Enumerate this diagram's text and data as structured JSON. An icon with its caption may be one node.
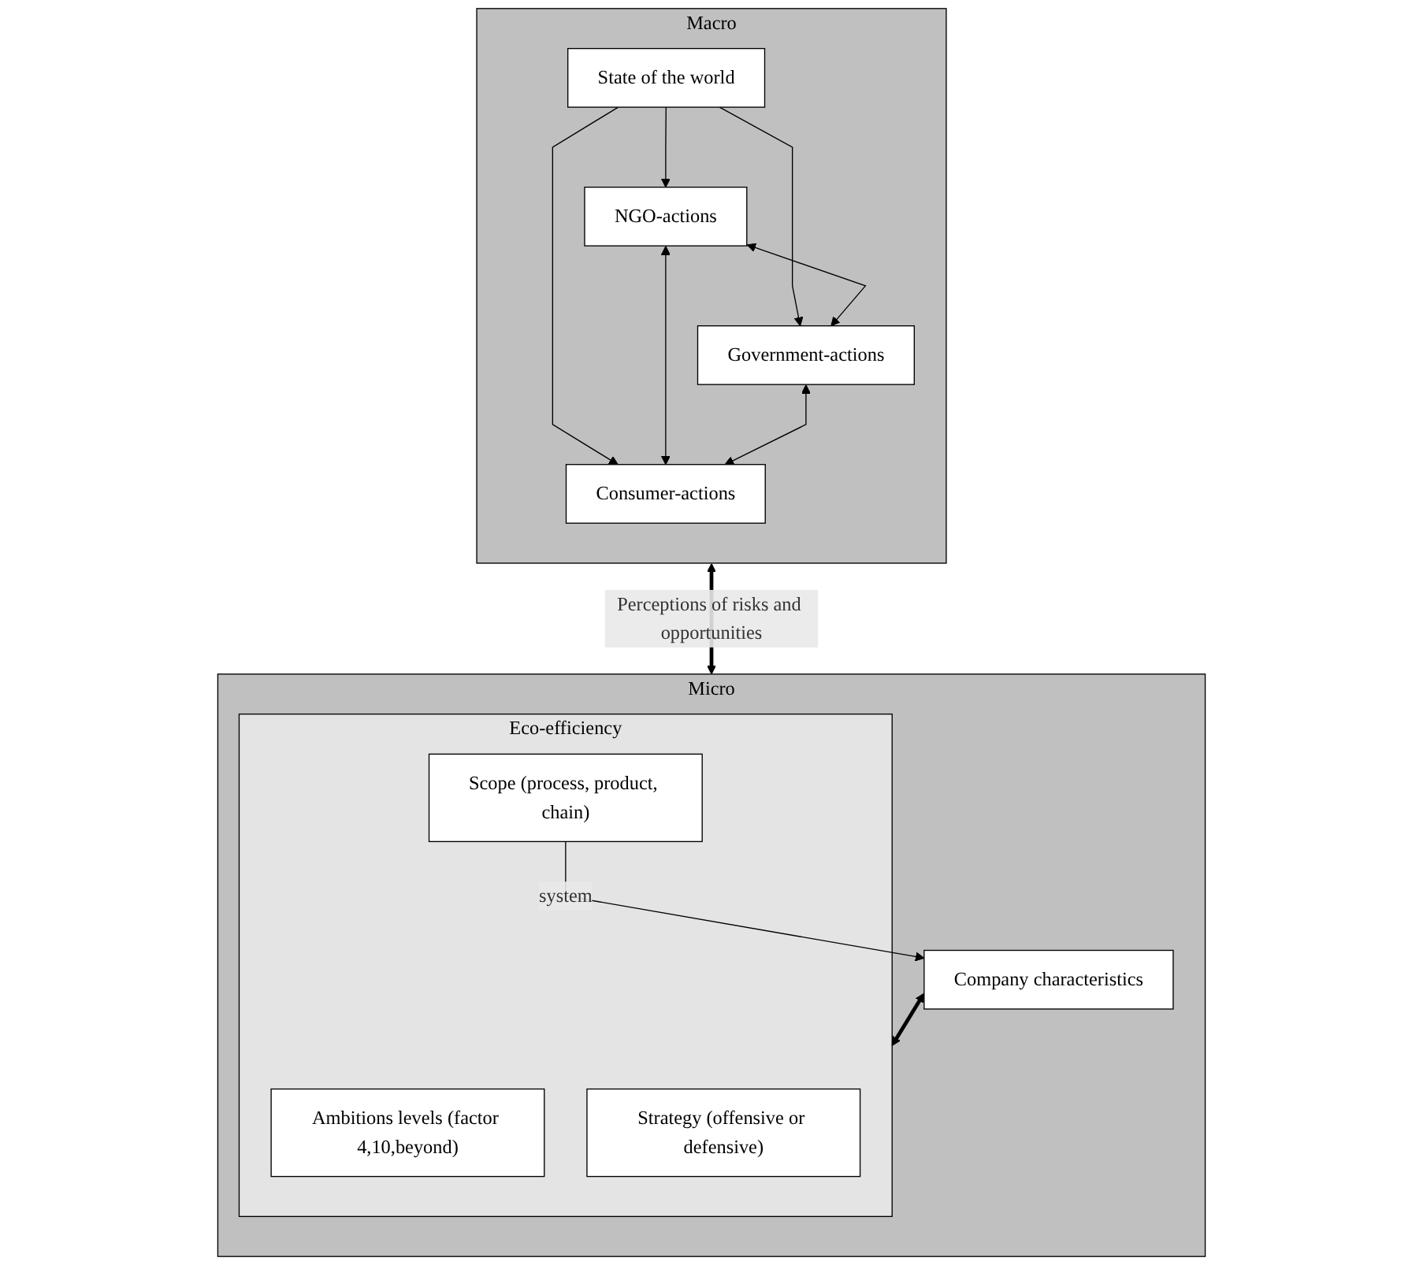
{
  "diagram": {
    "nodes": [
      {
        "text": [
          "Macro"
        ]
      },
      {
        "text": [
          "State of the world"
        ],
        "in": 0
      },
      {
        "text": [
          "NGO-actions"
        ],
        "in": 0
      },
      {
        "text": [
          "Government-actions"
        ],
        "in": 0
      },
      {
        "text": [
          "Consumer-actions"
        ],
        "in": 0
      },
      {
        "text": [
          "Micro"
        ]
      },
      {
        "text": [
          "Company characteristics"
        ],
        "in": 5
      },
      {
        "text": [
          "Eco-efficiency"
        ],
        "in": 5
      },
      {
        "text": [
          "Ambitions levels (factor 4,10,beyond)"
        ],
        "in": 7
      },
      {
        "text": [
          "Scope (process, product, chain)"
        ],
        "in": 7
      },
      {
        "text": [
          "Strategy (offensive or defensive)"
        ],
        "in": 7
      }
    ],
    "edges": [
      {
        "from": 1,
        "to": 2,
        "arrow": "to"
      },
      {
        "from": 1,
        "to": 4,
        "arrow": "to"
      },
      {
        "from": 1,
        "to": 3,
        "arrow": "to"
      },
      {
        "from": 2,
        "to": 3,
        "arrow": "both"
      },
      {
        "from": 2,
        "to": 4,
        "arrow": "both"
      },
      {
        "from": 3,
        "to": 4,
        "arrow": "both"
      },
      {
        "from": 0,
        "to": 5,
        "arrow": "both",
        "style": "thick",
        "label": "Perceptions of risks and opportunities"
      },
      {
        "from": 6,
        "to": 7,
        "arrow": "both",
        "style": "thick"
      },
      {
        "from": 9,
        "to": 6,
        "arrow": "to",
        "label": "system"
      }
    ]
  }
}
